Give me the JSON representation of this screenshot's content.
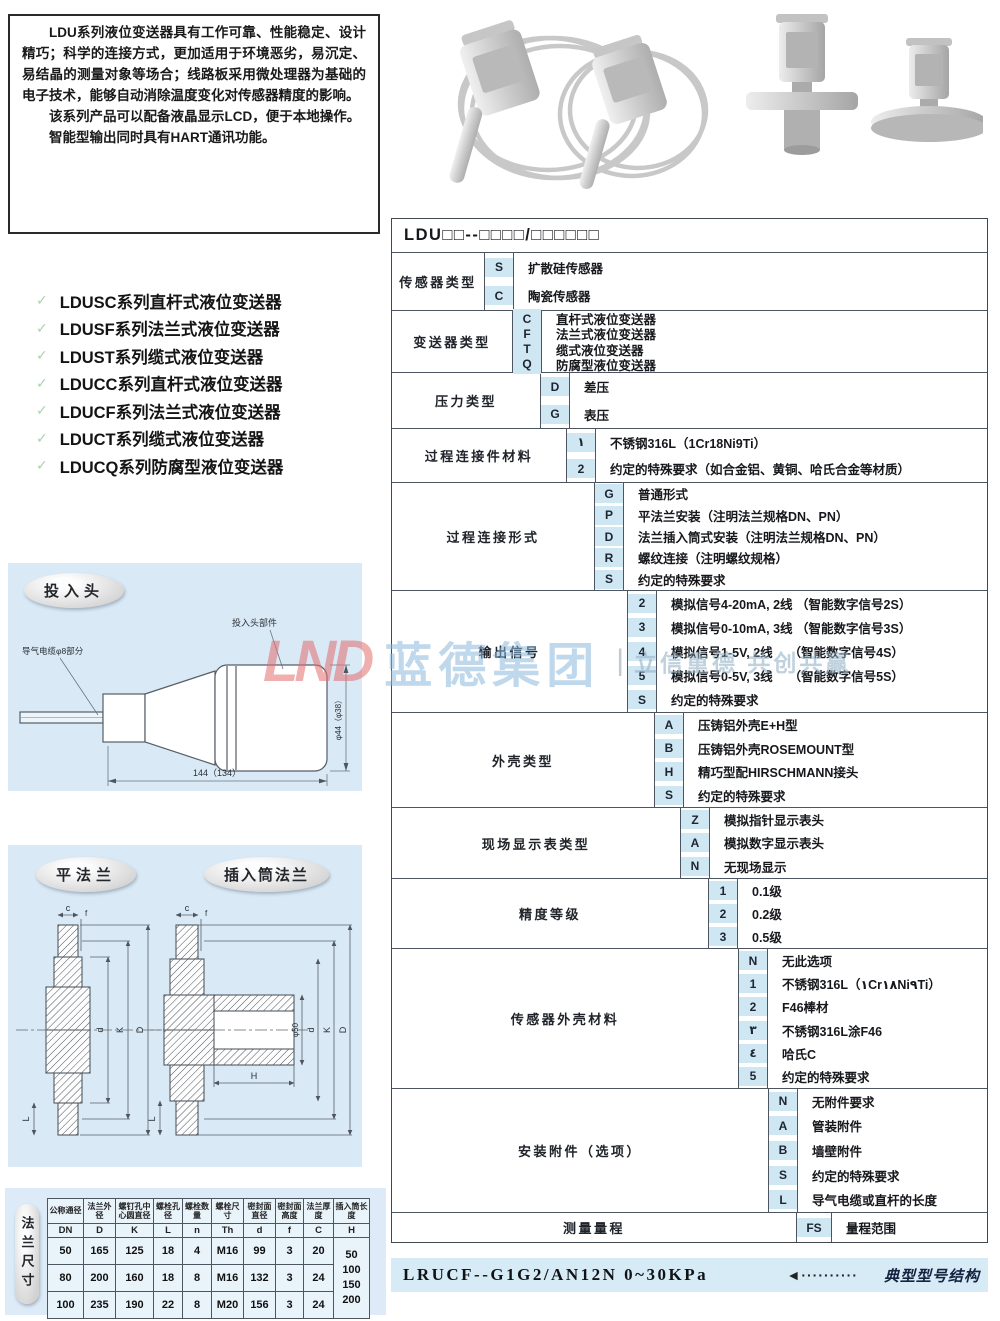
{
  "intro": {
    "p1": "LDU系列液位变送器具有工作可靠、性能稳定、设计精巧；科学的连接方式，更加适用于环境恶劣，易沉定、易结晶的测量对象等场合；线路板采用微处理器为基础的电子技术，能够自动消除温度变化对传感器精度的影响。",
    "p2": "该系列产品可以配备液晶显示LCD，便于本地操作。",
    "p3": "智能型输出同时具有HART通讯功能。"
  },
  "series": {
    "check_glyph": "✓",
    "items": [
      "LDUSC系列直杆式液位变送器",
      "LDUSF系列法兰式液位变送器",
      "LDUST系列缆式液位变送器",
      "LDUCC系列直杆式液位变送器",
      "LDUCF系列法兰式液位变送器",
      "LDUCT系列缆式液位变送器",
      "LDUCQ系列防腐型液位变送器"
    ]
  },
  "watermark": {
    "logo": "LND",
    "brand": "蓝德集团",
    "divider": "|",
    "slogan": "立信重德 共创共赢"
  },
  "immersion": {
    "badge": "投入头",
    "callout_cable": "导气电缆φ8部分",
    "callout_head": "投入头部件",
    "dim_length": "144（134）",
    "dim_dia": "φ44（φ38）"
  },
  "flange_diagrams": {
    "badge_flat": "平法兰",
    "badge_insert": "插入筒法兰",
    "dims": {
      "c": "c",
      "f": "f",
      "d": "d",
      "K": "K",
      "D": "D",
      "L": "L",
      "H": "H",
      "phi50": "φ50"
    }
  },
  "flange_table": {
    "badge": "法兰尺寸",
    "headers": [
      {
        "name": "公称通径",
        "sym": "DN"
      },
      {
        "name": "法兰外径",
        "sym": "D"
      },
      {
        "name": "螺钉孔中心圆直径",
        "sym": "K"
      },
      {
        "name": "螺栓孔径",
        "sym": "L"
      },
      {
        "name": "螺栓数量",
        "sym": "n"
      },
      {
        "name": "螺栓尺寸",
        "sym": "Th"
      },
      {
        "name": "密封面直径",
        "sym": "d"
      },
      {
        "name": "密封面高度",
        "sym": "f"
      },
      {
        "name": "法兰厚度",
        "sym": "C"
      },
      {
        "name": "插入筒长度",
        "sym": "H"
      }
    ],
    "rows": [
      [
        "50",
        "165",
        "125",
        "18",
        "4",
        "M16",
        "99",
        "3",
        "20"
      ],
      [
        "80",
        "200",
        "160",
        "18",
        "8",
        "M16",
        "132",
        "3",
        "24"
      ],
      [
        "100",
        "235",
        "190",
        "22",
        "8",
        "M20",
        "156",
        "3",
        "24"
      ]
    ],
    "span_col": [
      "50",
      "100",
      "150",
      "200"
    ]
  },
  "model_table": {
    "header": "LDU□□--□□□□/□□□□□□",
    "categories": [
      {
        "label": "传感器类型",
        "options": [
          {
            "code": "S",
            "desc": "扩散硅传感器"
          },
          {
            "code": "C",
            "desc": "陶瓷传感器"
          }
        ]
      },
      {
        "label": "变送器类型",
        "options": [
          {
            "code": "C",
            "desc": "直杆式液位变送器"
          },
          {
            "code": "F",
            "desc": "法兰式液位变送器"
          },
          {
            "code": "T",
            "desc": "缆式液位变送器"
          },
          {
            "code": "Q",
            "desc": "防腐型液位变送器"
          }
        ]
      },
      {
        "label": "压力类型",
        "options": [
          {
            "code": "D",
            "desc": "差压"
          },
          {
            "code": "G",
            "desc": "表压"
          }
        ]
      },
      {
        "label": "过程连接件材料",
        "options": [
          {
            "code": "١",
            "desc": "不锈钢316L（1Cr18Ni9Ti）"
          },
          {
            "code": "2",
            "desc": "约定的特殊要求（如合金铝、黄铜、哈氏合金等材质）"
          }
        ]
      },
      {
        "label": "过程连接形式",
        "options": [
          {
            "code": "G",
            "desc": "普通形式"
          },
          {
            "code": "P",
            "desc": "平法兰安装（注明法兰规格DN、PN）"
          },
          {
            "code": "D",
            "desc": "法兰插入筒式安装（注明法兰规格DN、PN）"
          },
          {
            "code": "R",
            "desc": "螺纹连接（注明螺纹规格）"
          },
          {
            "code": "S",
            "desc": "约定的特殊要求"
          }
        ]
      },
      {
        "label": "输出信号",
        "options": [
          {
            "code": "2",
            "desc": "模拟信号4-20mA, 2线 （智能数字信号2S）"
          },
          {
            "code": "3",
            "desc": "模拟信号0-10mA, 3线 （智能数字信号3S）"
          },
          {
            "code": "4",
            "desc": "模拟信号1-5V, 2线　 （智能数字信号4S）"
          },
          {
            "code": "5",
            "desc": "模拟信号0-5V, 3线　 （智能数字信号5S）"
          },
          {
            "code": "S",
            "desc": "约定的特殊要求"
          }
        ]
      },
      {
        "label": "外壳类型",
        "options": [
          {
            "code": "A",
            "desc": "压铸铝外壳E+H型"
          },
          {
            "code": "B",
            "desc": "压铸铝外壳ROSEMOUNT型"
          },
          {
            "code": "H",
            "desc": "精巧型配HIRSCHMANN接头"
          },
          {
            "code": "S",
            "desc": "约定的特殊要求"
          }
        ]
      },
      {
        "label": "现场显示表类型",
        "options": [
          {
            "code": "Z",
            "desc": "模拟指针显示表头"
          },
          {
            "code": "A",
            "desc": "模拟数字显示表头"
          },
          {
            "code": "N",
            "desc": "无现场显示"
          }
        ]
      },
      {
        "label": "精度等级",
        "options": [
          {
            "code": "1",
            "desc": "0.1级"
          },
          {
            "code": "2",
            "desc": "0.2级"
          },
          {
            "code": "3",
            "desc": "0.5级"
          }
        ]
      },
      {
        "label": "传感器外壳材料",
        "options": [
          {
            "code": "N",
            "desc": "无此选项"
          },
          {
            "code": "1",
            "desc": "不锈钢316L（١Cr١٨Ni٩Ti）"
          },
          {
            "code": "2",
            "desc": "F46棒材"
          },
          {
            "code": "٣",
            "desc": "不锈钢316L涂F46"
          },
          {
            "code": "٤",
            "desc": "哈氏C"
          },
          {
            "code": "5",
            "desc": "约定的特殊要求"
          }
        ]
      },
      {
        "label": "安装附件（选项）",
        "options": [
          {
            "code": "N",
            "desc": "无附件要求"
          },
          {
            "code": "A",
            "desc": "管装附件"
          },
          {
            "code": "B",
            "desc": "墙壁附件"
          },
          {
            "code": "S",
            "desc": "约定的特殊要求"
          },
          {
            "code": "L",
            "desc": "导气电缆或直杆的长度"
          }
        ]
      },
      {
        "label": "测量量程",
        "options": [
          {
            "code": "FS",
            "desc": "量程范围"
          }
        ]
      }
    ]
  },
  "example": {
    "model": "LRUCF--G1G2/AN12N  0~30KPa",
    "arrow": "◄··········",
    "note": "典型型号结构"
  },
  "colors": {
    "panel_blue": "#d9eaf6",
    "code_cell_blue": "#cfe6f3",
    "band_blue": "#d7ebf7",
    "check_green": "#a9d3ae",
    "watermark_red": "#e26e6e",
    "watermark_blue": "#8cb9dc"
  }
}
